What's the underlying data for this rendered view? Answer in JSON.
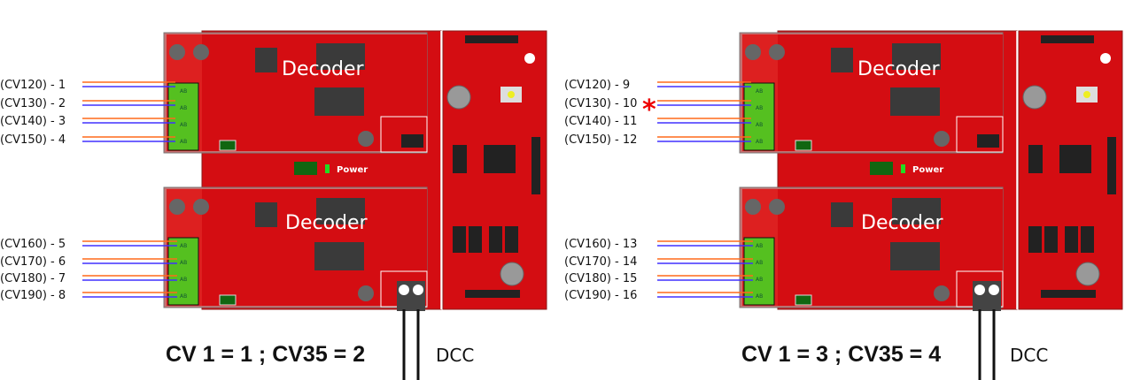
{
  "colors": {
    "board": "#d40d12",
    "board_edge": "#8a1a1a",
    "frame": "#c87070",
    "terminal": "#55c020",
    "chip": "#3a3a3a",
    "wire_a": "#ff6a1a",
    "wire_b": "#4030ff",
    "asterisk": "#ee0000"
  },
  "assemblies": [
    {
      "decoder_label": "Decoder",
      "decoder_label_2": "Decoder",
      "power_label": "Power",
      "dcc_label": "DCC",
      "caption": "CV 1 = 1 ; CV35 = 2",
      "top_labels": [
        "(CV120)  - 1",
        "(CV130)  - 2",
        "(CV140)  - 3",
        "(CV150)  - 4"
      ],
      "bottom_labels": [
        "(CV160)  - 5",
        "(CV170)  - 6",
        "(CV180)  - 7",
        "(CV190)  - 8"
      ]
    },
    {
      "decoder_label": "Decoder",
      "decoder_label_2": "Decoder",
      "power_label": "Power",
      "dcc_label": "DCC",
      "caption": "CV 1 = 3 ; CV35 = 4",
      "top_labels": [
        "(CV120)  - 9",
        "(CV130)  - 10",
        "(CV140)  - 11",
        "(CV150)  - 12"
      ],
      "bottom_labels": [
        "(CV160)  - 13",
        "(CV170)  - 14",
        "(CV180)  - 15",
        "(CV190)  - 16"
      ],
      "marker": "*"
    }
  ],
  "terminal_pins": [
    "A",
    "B"
  ]
}
